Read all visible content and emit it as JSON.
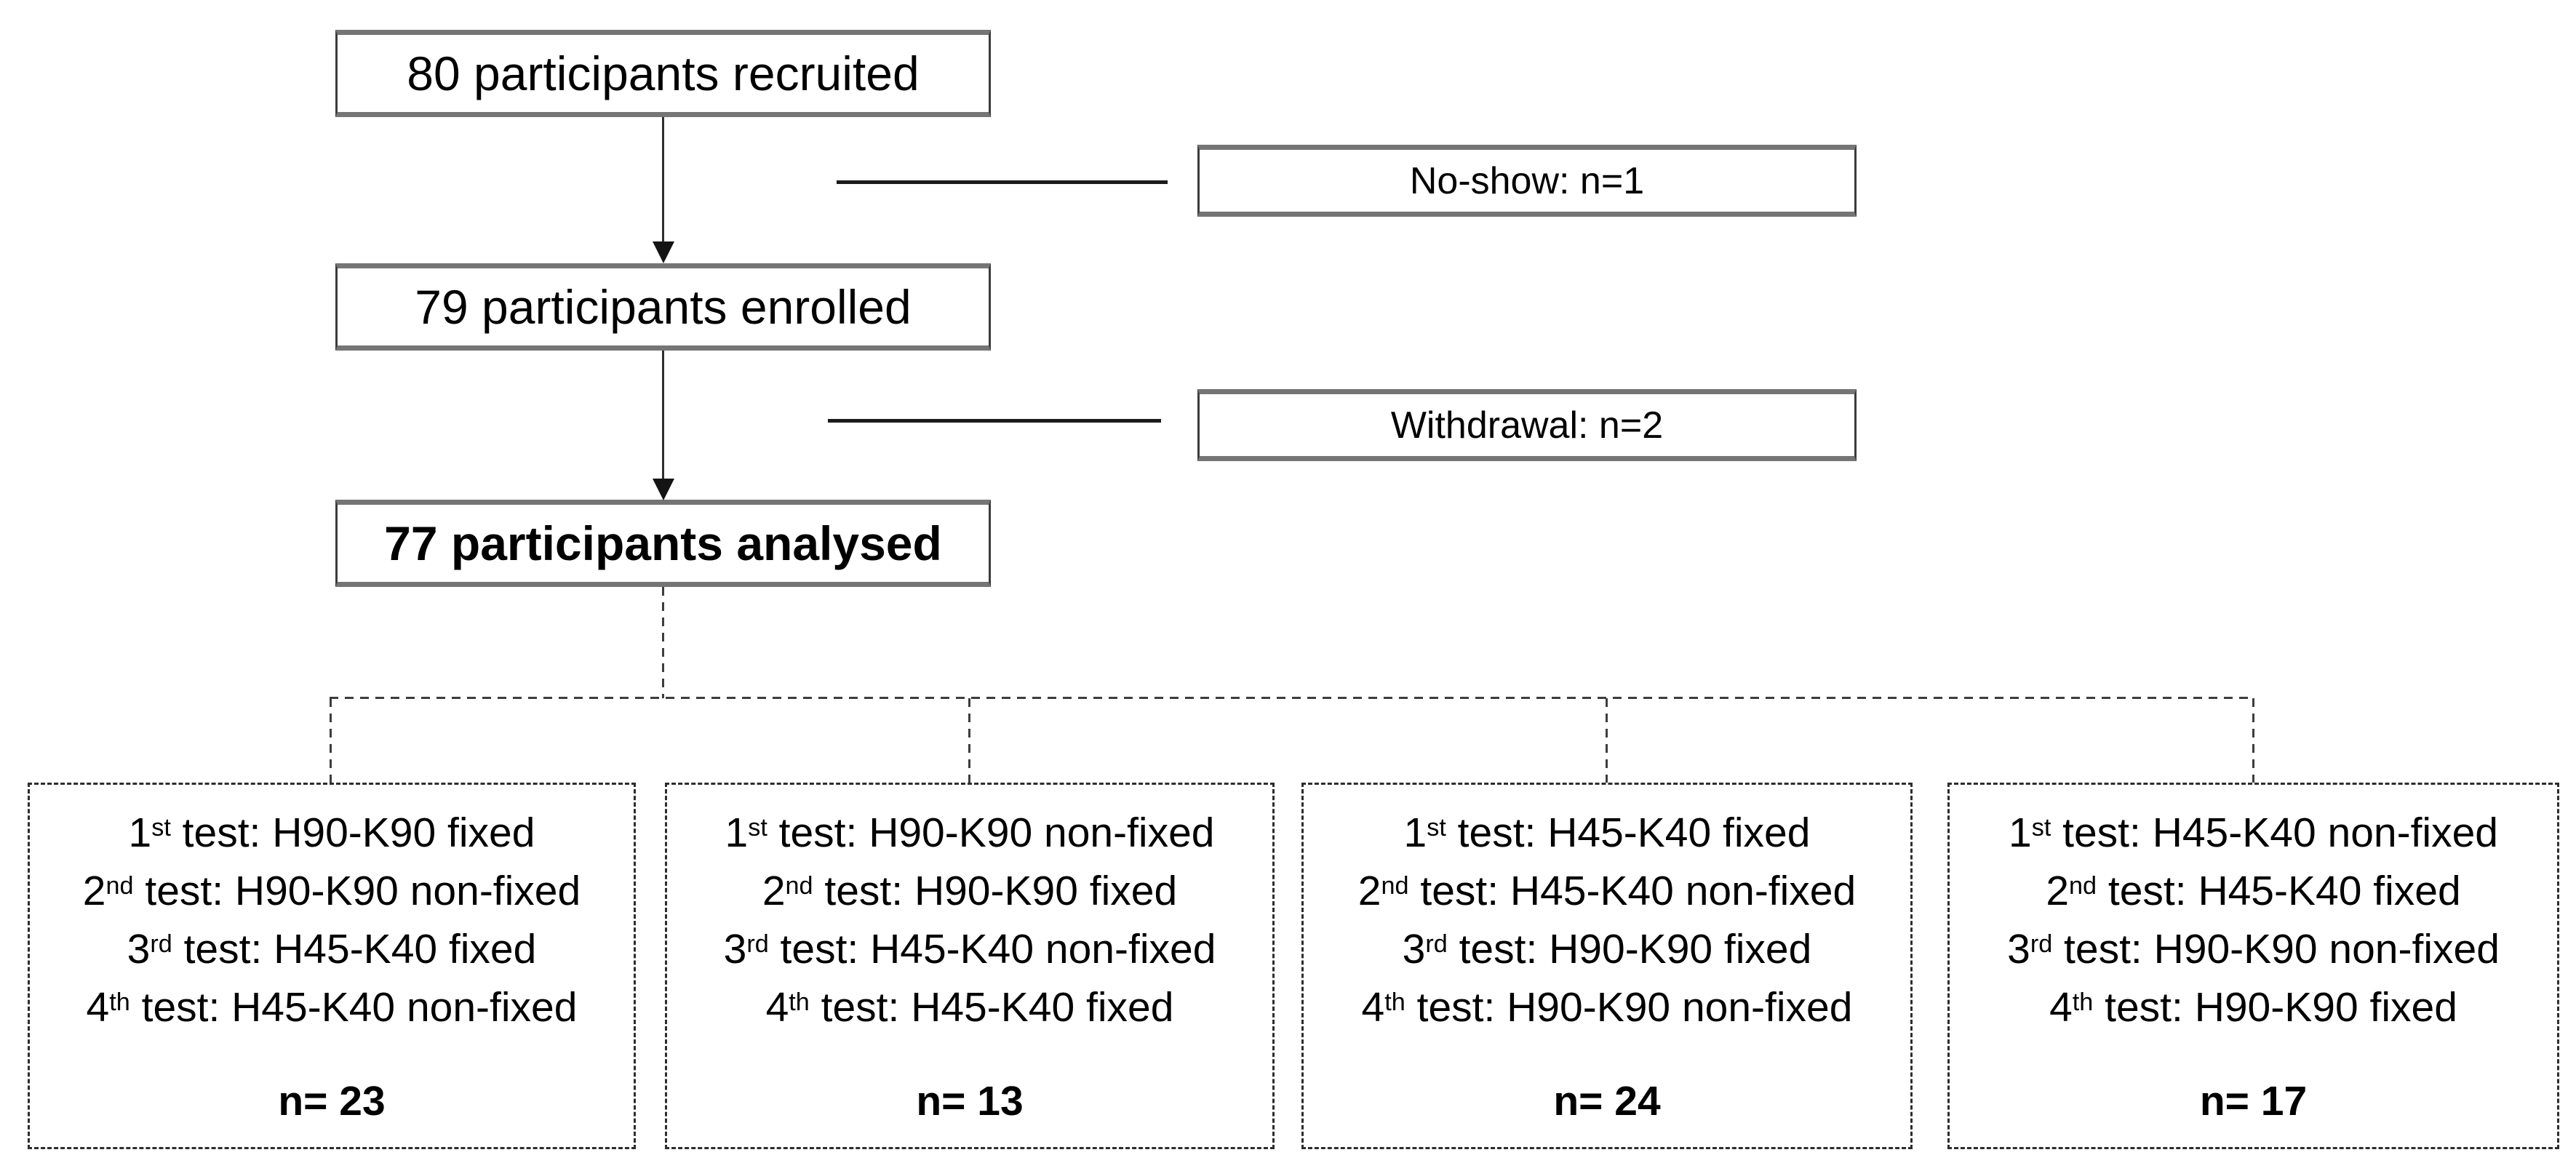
{
  "diagram": {
    "recruited": "80 participants recruited",
    "no_show": "No-show: n=1",
    "enrolled": "79 participants enrolled",
    "withdrawal": "Withdrawal: n=2",
    "analysed": "77 participants analysed"
  },
  "groups": [
    {
      "tests": [
        {
          "ord": "1",
          "sup": "st",
          "rest": " test: H90-K90 fixed"
        },
        {
          "ord": "2",
          "sup": "nd",
          "rest": " test: H90-K90 non-fixed"
        },
        {
          "ord": "3",
          "sup": "rd",
          "rest": " test: H45-K40 fixed"
        },
        {
          "ord": "4",
          "sup": "th",
          "rest": " test: H45-K40 non-fixed"
        }
      ],
      "n_label": "n= 23"
    },
    {
      "tests": [
        {
          "ord": "1",
          "sup": "st",
          "rest": " test: H90-K90 non-fixed"
        },
        {
          "ord": "2",
          "sup": "nd",
          "rest": " test: H90-K90 fixed"
        },
        {
          "ord": "3",
          "sup": "rd",
          "rest": " test: H45-K40 non-fixed"
        },
        {
          "ord": "4",
          "sup": "th",
          "rest": " test: H45-K40 fixed"
        }
      ],
      "n_label": "n= 13"
    },
    {
      "tests": [
        {
          "ord": "1",
          "sup": "st",
          "rest": " test: H45-K40 fixed"
        },
        {
          "ord": "2",
          "sup": "nd",
          "rest": " test: H45-K40 non-fixed"
        },
        {
          "ord": "3",
          "sup": "rd",
          "rest": " test: H90-K90 fixed"
        },
        {
          "ord": "4",
          "sup": "th",
          "rest": " test: H90-K90 non-fixed"
        }
      ],
      "n_label": "n= 24"
    },
    {
      "tests": [
        {
          "ord": "1",
          "sup": "st",
          "rest": " test: H45-K40 non-fixed"
        },
        {
          "ord": "2",
          "sup": "nd",
          "rest": " test: H45-K40 fixed"
        },
        {
          "ord": "3",
          "sup": "rd",
          "rest": " test: H90-K90 non-fixed"
        },
        {
          "ord": "4",
          "sup": "th",
          "rest": " test: H90-K90 fixed"
        }
      ],
      "n_label": "n= 17"
    }
  ],
  "colors": {
    "background": "#ffffff",
    "text": "#000000",
    "solid_border_horizontal": "#757575",
    "solid_border_side": "#3c3c3c",
    "connector_line": "#1b1b1b",
    "dashed_line": "#3d3d3d"
  }
}
